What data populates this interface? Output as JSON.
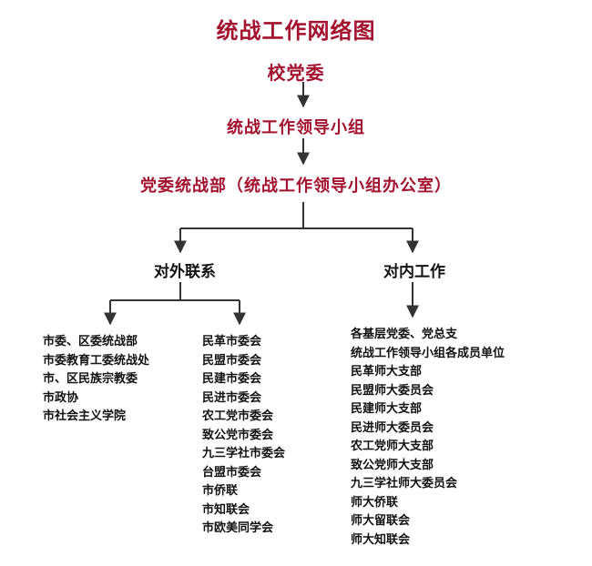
{
  "title": "统战工作网络图",
  "level1": "校党委",
  "level2": "统战工作领导小组",
  "level3": "党委统战部（统战工作领导小组办公室）",
  "external": {
    "label": "对外联系",
    "group1": [
      "市委、区委统战部",
      "市委教育工委统战处",
      "市、区民族宗教委",
      "市政协",
      "市社会主义学院"
    ],
    "group2": [
      "民革市委会",
      "民盟市委会",
      "民建市委会",
      "民进市委会",
      "农工党市委会",
      "致公党市委会",
      "九三学社市委会",
      "台盟市委会",
      "市侨联",
      "市知联会",
      "市欧美同学会"
    ]
  },
  "internal": {
    "label": "对内工作",
    "items": [
      "各基层党委、党总支",
      "统战工作领导小组各成员单位",
      "民革师大支部",
      "民盟师大委员会",
      "民建师大支部",
      "民进师大委员会",
      "农工党师大支部",
      "致公党师大支部",
      "九三学社师大委员会",
      "师大侨联",
      "师大留联会",
      "师大知联会"
    ]
  },
  "colors": {
    "accent": "#a3122f",
    "text": "#111111",
    "line": "#333333"
  }
}
